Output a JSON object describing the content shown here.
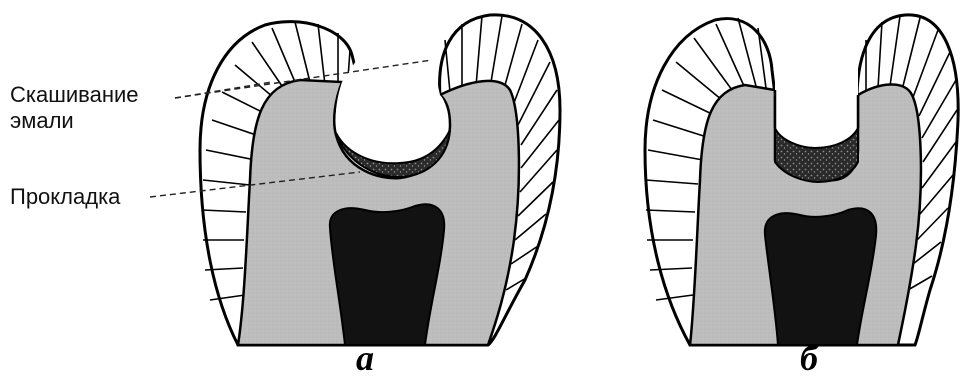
{
  "labels": {
    "enamel_bevel_line1": "Скашивание",
    "enamel_bevel_line2": "эмали",
    "liner": "Прокладка"
  },
  "panels": {
    "a": "а",
    "b": "б"
  },
  "colors": {
    "dentin": "#bdbdbd",
    "pulp": "#121212",
    "enamel": "#ffffff",
    "liner": "#2a2a2a",
    "outline": "#000000"
  }
}
